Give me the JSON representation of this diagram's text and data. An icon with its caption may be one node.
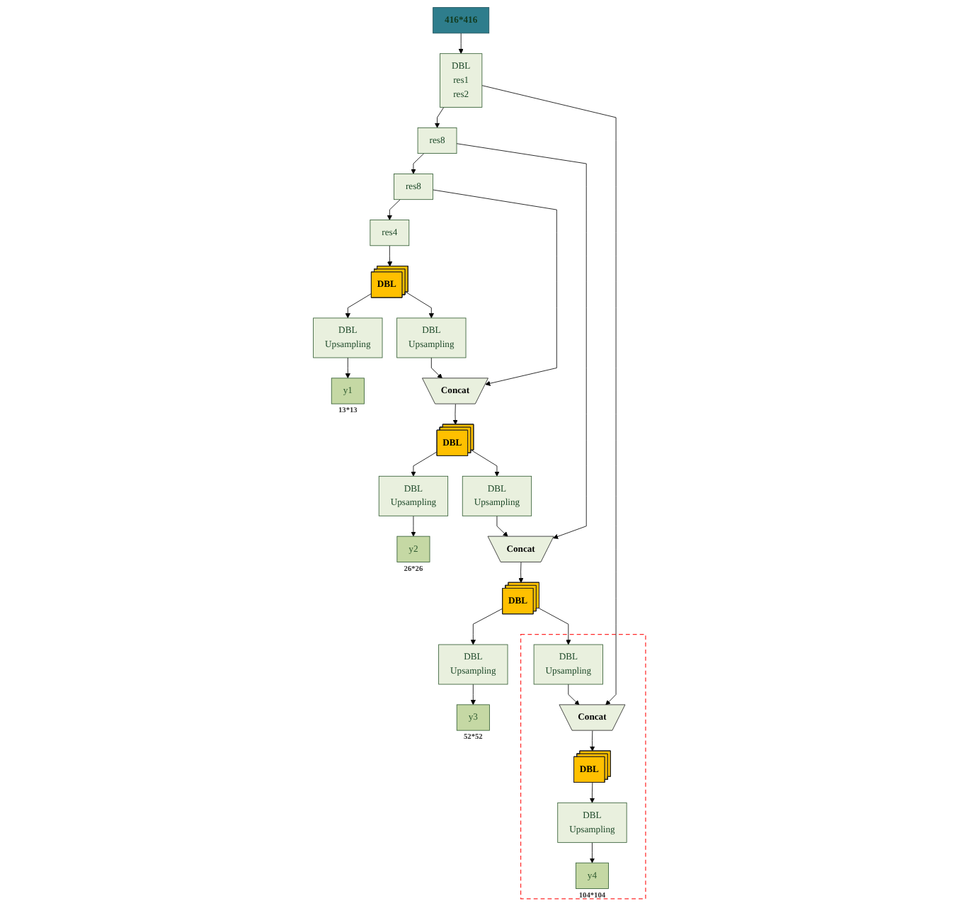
{
  "diagram": {
    "nodes": [
      {
        "text": [
          "416*416"
        ]
      },
      {
        "text": [
          "DBL",
          "res1",
          "res2"
        ]
      },
      {
        "text": [
          "res8"
        ]
      },
      {
        "text": [
          "res8"
        ]
      },
      {
        "text": [
          "res4"
        ]
      },
      {
        "text": [],
        "shape": "box"
      },
      {
        "text": [
          "DBL",
          "Upsampling"
        ],
        "in": 5
      },
      {
        "text": [
          "Concat"
        ],
        "in": 5
      },
      {
        "text": [
          "DBL"
        ],
        "in": 5
      },
      {
        "text": [
          "DBL",
          "Upsampling"
        ],
        "in": 5
      },
      {
        "text": [
          "y4"
        ],
        "in": 5,
        "beside": [
          "104*104"
        ]
      },
      {
        "text": [
          "DBL",
          "Upsampling"
        ]
      },
      {
        "text": [
          "Concat"
        ]
      },
      {
        "text": [
          "DBL"
        ]
      },
      {
        "text": [
          "DBL",
          "Upsampling"
        ]
      },
      {
        "text": [
          "y3"
        ],
        "beside": [
          "52*52"
        ]
      },
      {
        "text": [
          "DBL",
          "Upsampling"
        ]
      },
      {
        "text": [
          "Concat"
        ]
      },
      {
        "text": [
          "DBL"
        ]
      },
      {
        "text": [
          "DBL",
          "Upsampling"
        ]
      },
      {
        "text": [
          "y2"
        ],
        "beside": [
          "26*26"
        ]
      },
      {
        "text": [
          "DBL"
        ]
      },
      {
        "text": [
          "DBL",
          "Upsampling"
        ]
      },
      {
        "text": [
          "y1"
        ],
        "beside": [
          "13*13"
        ]
      }
    ],
    "edges": [
      {
        "from": 0,
        "to": 1,
        "arrow": "to"
      },
      {
        "from": 1,
        "to": 2,
        "arrow": "to"
      },
      {
        "from": 2,
        "to": 3,
        "arrow": "to"
      },
      {
        "from": 3,
        "to": 4,
        "arrow": "to"
      },
      {
        "from": 1,
        "to": 7,
        "arrow": "to"
      },
      {
        "from": 2,
        "to": 12,
        "arrow": "to"
      },
      {
        "from": 3,
        "to": 17,
        "arrow": "to"
      },
      {
        "from": 4,
        "to": 21,
        "arrow": "to"
      },
      {
        "from": 6,
        "to": 7,
        "arrow": "to"
      },
      {
        "from": 7,
        "to": 8,
        "arrow": "to"
      },
      {
        "from": 8,
        "to": 9,
        "arrow": "to"
      },
      {
        "from": 9,
        "to": 10,
        "arrow": "to"
      },
      {
        "from": 11,
        "to": 12,
        "arrow": "to"
      },
      {
        "from": 12,
        "to": 13,
        "arrow": "to"
      },
      {
        "from": 13,
        "to": 14,
        "arrow": "to"
      },
      {
        "from": 14,
        "to": 15,
        "arrow": "to"
      },
      {
        "from": 16,
        "to": 17,
        "arrow": "to"
      },
      {
        "from": 17,
        "to": 18,
        "arrow": "to"
      },
      {
        "from": 18,
        "to": 19,
        "arrow": "to"
      },
      {
        "from": 19,
        "to": 20,
        "arrow": "to"
      },
      {
        "from": 21,
        "to": 22,
        "arrow": "to"
      },
      {
        "from": 22,
        "to": 23,
        "arrow": "to"
      },
      {
        "from": 13,
        "to": 6,
        "arrow": "to"
      },
      {
        "from": 18,
        "to": 11,
        "arrow": "to"
      },
      {
        "from": 21,
        "to": 16,
        "arrow": "to"
      }
    ]
  }
}
